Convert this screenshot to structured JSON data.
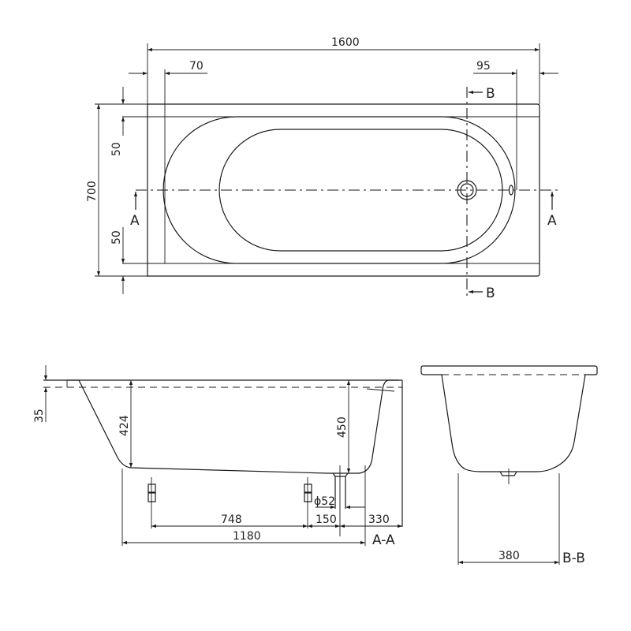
{
  "drawing": {
    "title": "Bathtub technical drawing",
    "colors": {
      "line": "#1a1a1a",
      "background": "#ffffff"
    },
    "plan_view": {
      "dim_length": "1600",
      "dim_left_offset": "70",
      "dim_right_offset": "95",
      "dim_width": "700",
      "dim_top_rim": "50",
      "dim_bottom_rim": "50",
      "section_a_left": "A",
      "section_a_right": "A",
      "section_b_top": "B",
      "section_b_bottom": "B"
    },
    "section_a": {
      "label": "A-A",
      "dim_rim": "35",
      "dim_depth_left": "424",
      "dim_depth_right": "450",
      "dim_drain_diameter": "ϕ52",
      "dim_feet_spacing": "748",
      "dim_foot_to_drain": "150",
      "dim_drain_to_end": "330",
      "dim_bottom_length": "1180"
    },
    "section_b": {
      "label": "B-B",
      "dim_bottom_width": "380"
    }
  }
}
